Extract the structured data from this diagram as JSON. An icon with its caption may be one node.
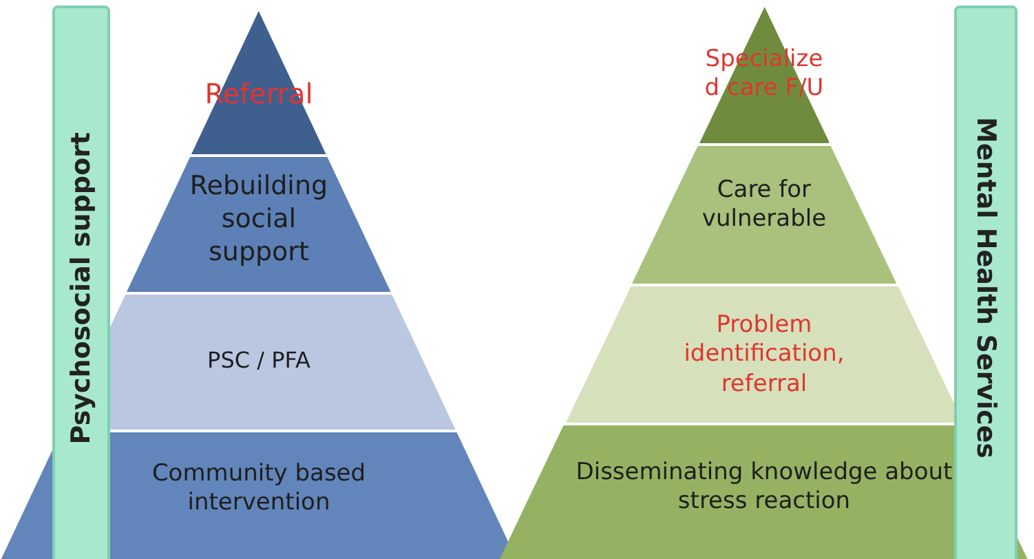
{
  "diagram": {
    "nodes": [
      {
        "text": [
          "Psychosocial support"
        ]
      },
      {
        "text": [
          "Referral"
        ]
      },
      {
        "text": [
          "Rebuilding social support"
        ]
      },
      {
        "text": [
          "PSC / PFA"
        ]
      },
      {
        "text": [
          "Community based intervention"
        ]
      },
      {
        "text": [
          "Specialize d care F/U"
        ]
      },
      {
        "text": [
          "Care for vulnerable"
        ]
      },
      {
        "text": [
          "Problem identification, referral"
        ]
      },
      {
        "text": [
          "Disseminating knowledge about stress reaction"
        ]
      },
      {
        "text": [
          "Mental Health Services"
        ]
      }
    ]
  }
}
